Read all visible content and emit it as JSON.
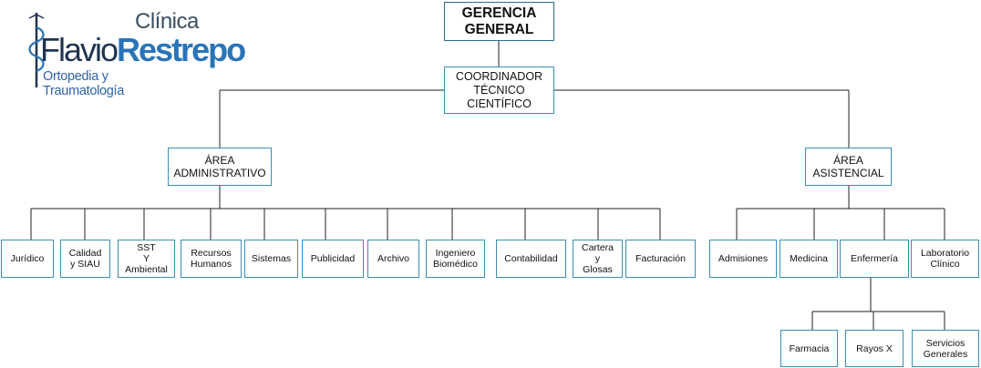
{
  "logo": {
    "clinica": "Clínica",
    "name_part1": "Flavio",
    "name_part2": "Restrepo",
    "tagline": "Ortopedia y Traumatología"
  },
  "chart": {
    "root": "GERENCIA\nGENERAL",
    "coordinator": "COORDINADOR\nTÉCNICO\nCIENTÍFICO",
    "areas": {
      "administrative": {
        "label": "ÁREA\nADMINISTRATIVO",
        "units": [
          "Jurídico",
          "Calidad\ny SIAU",
          "SST\nY\nAmbiental",
          "Recursos\nHumanos",
          "Sistemas",
          "Publicidad",
          "Archivo",
          "Ingeniero\nBiomédico",
          "Contabilidad",
          "Cartera\ny\nGlosas",
          "Facturación"
        ]
      },
      "assistance": {
        "label": "ÁREA\nASISTENCIAL",
        "units": [
          "Admisiones",
          "Medicina",
          "Enfermería",
          "Laboratorio\nClínico"
        ],
        "nursing_units": [
          "Farmacia",
          "Rayos X",
          "Servicios\nGenerales"
        ]
      }
    }
  },
  "colors": {
    "box_border": "#3b8fb0",
    "line": "#222222",
    "logo_dark": "#1f3550",
    "logo_accent": "#2a74b8"
  }
}
